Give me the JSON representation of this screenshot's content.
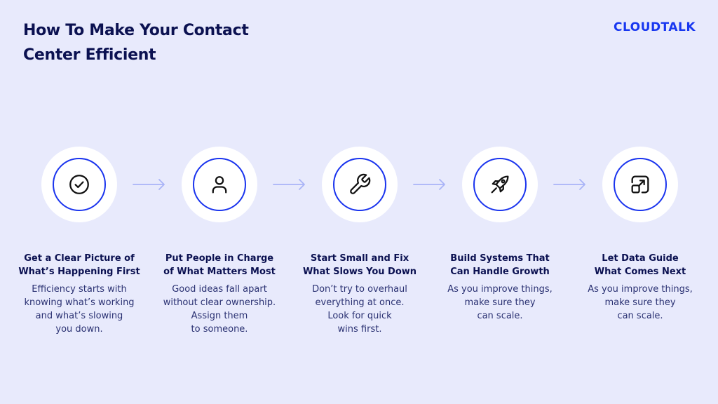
{
  "header": {
    "title_lines": [
      "How To Make Your Contact",
      "Center Efficient"
    ],
    "logo": "CLOUDTALK"
  },
  "colors": {
    "background": "#e8eafc",
    "title": "#0b1151",
    "accent_ring": "#1a34ee",
    "logo": "#1837f0",
    "arrow": "#a9b4f7",
    "circle_fill": "#ffffff"
  },
  "steps": [
    {
      "icon": "check-circle-icon",
      "title_lines": [
        "Get a Clear Picture of",
        "What’s Happening First"
      ],
      "desc_lines": [
        "Efficiency starts with",
        "knowing what’s working",
        "and what’s slowing",
        "you down."
      ]
    },
    {
      "icon": "user-icon",
      "title_lines": [
        "Put People in Charge",
        "of What Matters Most"
      ],
      "desc_lines": [
        "Good ideas fall apart",
        "without clear ownership.",
        "Assign them",
        "to someone."
      ]
    },
    {
      "icon": "wrench-icon",
      "title_lines": [
        "Start Small and Fix",
        "What Slows You Down"
      ],
      "desc_lines": [
        "Don’t try to overhaul",
        "everything at once.",
        "Look for quick",
        "wins first."
      ]
    },
    {
      "icon": "rocket-icon",
      "title_lines": [
        "Build Systems That",
        "Can Handle Growth"
      ],
      "desc_lines": [
        "As you improve things,",
        "make sure they",
        "can scale."
      ]
    },
    {
      "icon": "scale-up-icon",
      "title_lines": [
        "Let Data Guide",
        "What Comes Next"
      ],
      "desc_lines": [
        "As you improve things,",
        "make sure they",
        "can scale."
      ]
    }
  ],
  "arrows": [
    "arrow-right-icon",
    "arrow-right-icon",
    "arrow-right-icon",
    "arrow-right-icon"
  ]
}
